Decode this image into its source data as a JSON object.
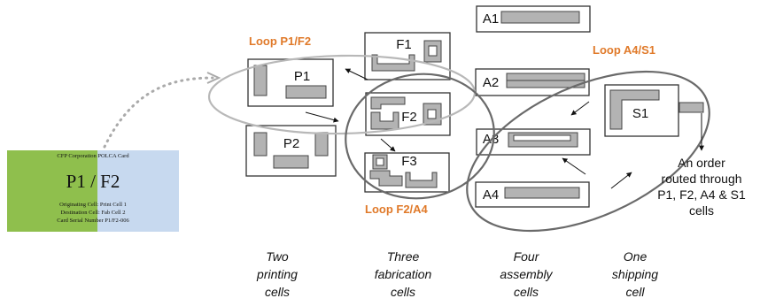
{
  "card": {
    "header": "CFP Corporation POLCA Card",
    "title": "P1 / F2",
    "line1": "Originating Cell: Print Cell 1",
    "line2": "Destination Cell: Fab Cell 2",
    "line3": "Card Serial Number P1/F2-006",
    "colors": {
      "left": "#8fbf4d",
      "right": "#c7d9ef"
    }
  },
  "loops": {
    "p1f2": "Loop P1/F2",
    "f2a4": "Loop F2/A4",
    "a4s1": "Loop A4/S1"
  },
  "cells": {
    "p1": "P1",
    "p2": "P2",
    "f1": "F1",
    "f2": "F2",
    "f3": "F3",
    "a1": "A1",
    "a2": "A2",
    "a3": "A3",
    "a4": "A4",
    "s1": "S1"
  },
  "captions": {
    "printing": [
      "Two",
      "printing",
      "cells"
    ],
    "fabrication": [
      "Three",
      "fabrication",
      "cells"
    ],
    "assembly": [
      "Four",
      "assembly",
      "cells"
    ],
    "shipping": [
      "One",
      "shipping",
      "cell"
    ]
  },
  "note": [
    "An order",
    "routed through",
    "P1, F2, A4 & S1",
    "cells"
  ],
  "colors": {
    "accent": "#e07a2a",
    "block": "#b3b3b3"
  }
}
